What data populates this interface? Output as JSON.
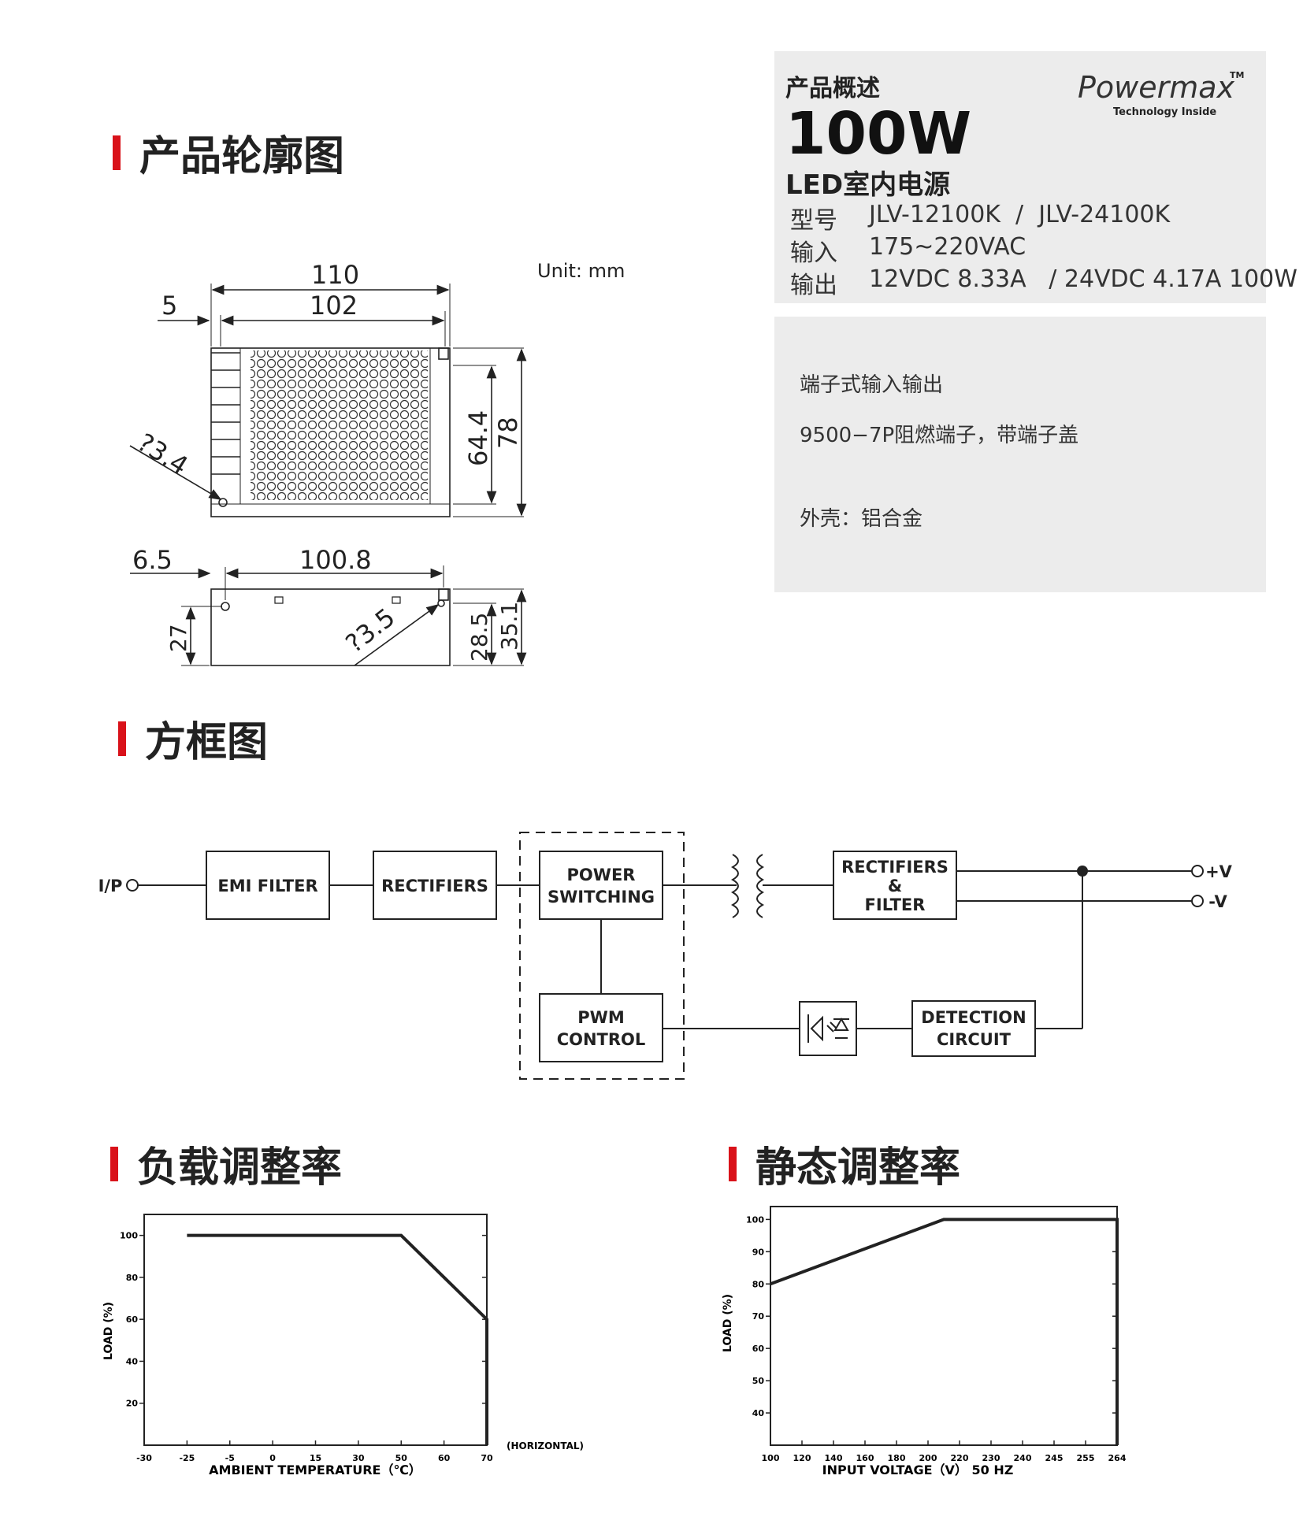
{
  "sections": {
    "outline": "产品轮廓图",
    "block": "方框图",
    "derating": "负载调整率",
    "static": "静态调整率"
  },
  "summary": {
    "heading": "产品概述",
    "power": "100W",
    "product": "LED室内电源",
    "brand": "Powermax",
    "brand_tm": "TM",
    "brand_tagline": "Technology Inside",
    "rows": [
      {
        "k": "型号",
        "v": "JLV-12100K  /  JLV-24100K"
      },
      {
        "k": "输入",
        "v": "175~220VAC"
      },
      {
        "k": "输出",
        "v": "12VDC 8.33A   / 24VDC 4.17A 100W"
      }
    ]
  },
  "features": [
    "端子式输入输出",
    "9500−7P阻燃端子，带端子盖",
    "外壳：铝合金"
  ],
  "outline": {
    "unit": "Unit: mm",
    "dims": {
      "d110": "110",
      "d102": "102",
      "d5": "5",
      "d64": "64.4",
      "d78": "78",
      "dhole1": "?3.4",
      "d65": "6.5",
      "d1008": "100.8",
      "d27": "27",
      "dhole2": "?3.5",
      "d285": "28.5",
      "d351": "35.1"
    }
  },
  "block": {
    "ip": "I/P",
    "emi": "EMI FILTER",
    "rect": "RECTIFIERS",
    "pow1": "POWER",
    "pow2": "SWITCHING",
    "pwm1": "PWM",
    "pwm2": "CONTROL",
    "rf1": "RECTIFIERS",
    "rf2": "&",
    "rf3": "FILTER",
    "det1": "DETECTION",
    "det2": "CIRCUIT",
    "vp": "+V",
    "vn": "-V"
  },
  "chart_data": [
    {
      "type": "line",
      "x_ticks": [
        "-30",
        "-25",
        "-5",
        "0",
        "15",
        "30",
        "50",
        "60",
        "70"
      ],
      "x_suffix": "(HORIZONTAL)",
      "y_ticks": [
        20,
        40,
        60,
        80,
        100
      ],
      "ylim": [
        0,
        110
      ],
      "x": [
        "-25",
        "50",
        "70",
        "70"
      ],
      "y": [
        100,
        100,
        60,
        0
      ],
      "xlabel": "AMBIENT TEMPERATURE（℃）",
      "ylabel": "LOAD (%)"
    },
    {
      "type": "line",
      "x_ticks": [
        "100",
        "120",
        "140",
        "160",
        "180",
        "200",
        "220",
        "230",
        "240",
        "245",
        "255",
        "264"
      ],
      "y_ticks": [
        40,
        50,
        60,
        70,
        80,
        90,
        100
      ],
      "ylim": [
        30,
        104
      ],
      "x": [
        "100",
        "210",
        "264",
        "264"
      ],
      "y": [
        80,
        100,
        100,
        30
      ],
      "xlabel": "INPUT VOLTAGE（V） 50 HZ",
      "ylabel": "LOAD (%)"
    }
  ]
}
